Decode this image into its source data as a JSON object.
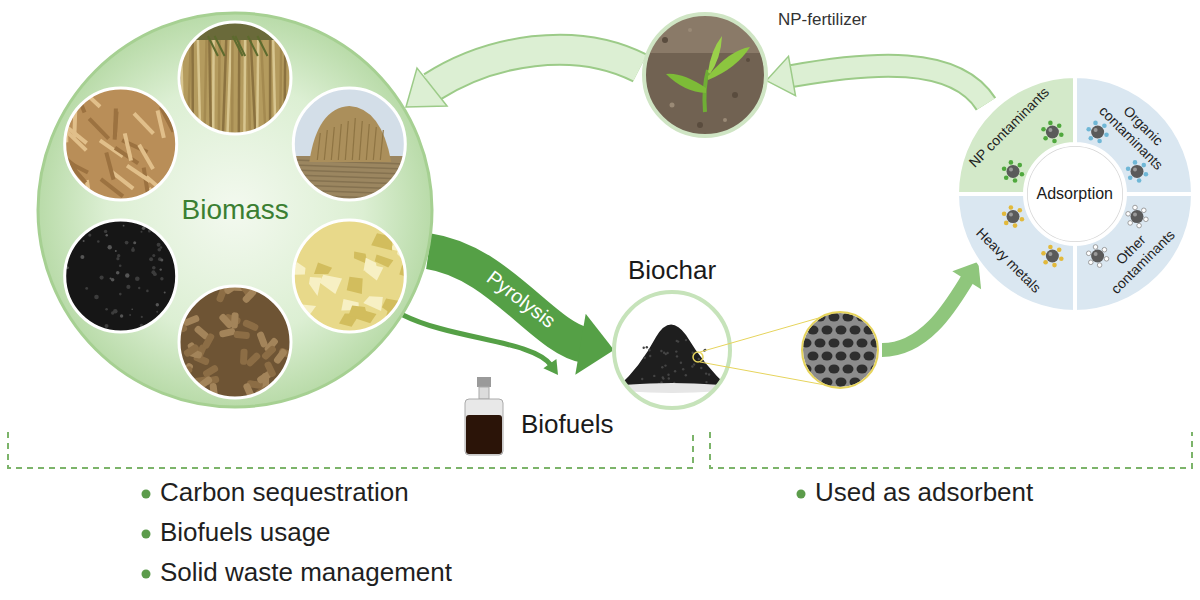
{
  "diagram": {
    "nodes": [
      {
        "text": [
          "Biomass"
        ]
      },
      {
        "text": [
          "Biochar"
        ]
      },
      {
        "text": [
          "Biofuels"
        ]
      },
      {
        "text": [
          "Adsorption"
        ]
      },
      {
        "text": [
          "NP contaminants"
        ],
        "in": 3
      },
      {
        "text": [
          "Organic contaminants"
        ],
        "in": 3
      },
      {
        "text": [
          "Heavy metals"
        ],
        "in": 3
      },
      {
        "text": [
          "Other contaminants"
        ],
        "in": 3
      }
    ],
    "edges": [
      {
        "from": 0,
        "to": 1,
        "label": "Pyrolysis",
        "arrow": "to"
      },
      {
        "from": 0,
        "to": 2,
        "arrow": "to"
      },
      {
        "from": 1,
        "to": 3,
        "arrow": "to"
      }
    ],
    "labels": [
      "NP-fertilizer",
      "Carbon sequestration",
      "Biofuels usage",
      "Solid waste management",
      "Used as adsorbent"
    ]
  }
}
